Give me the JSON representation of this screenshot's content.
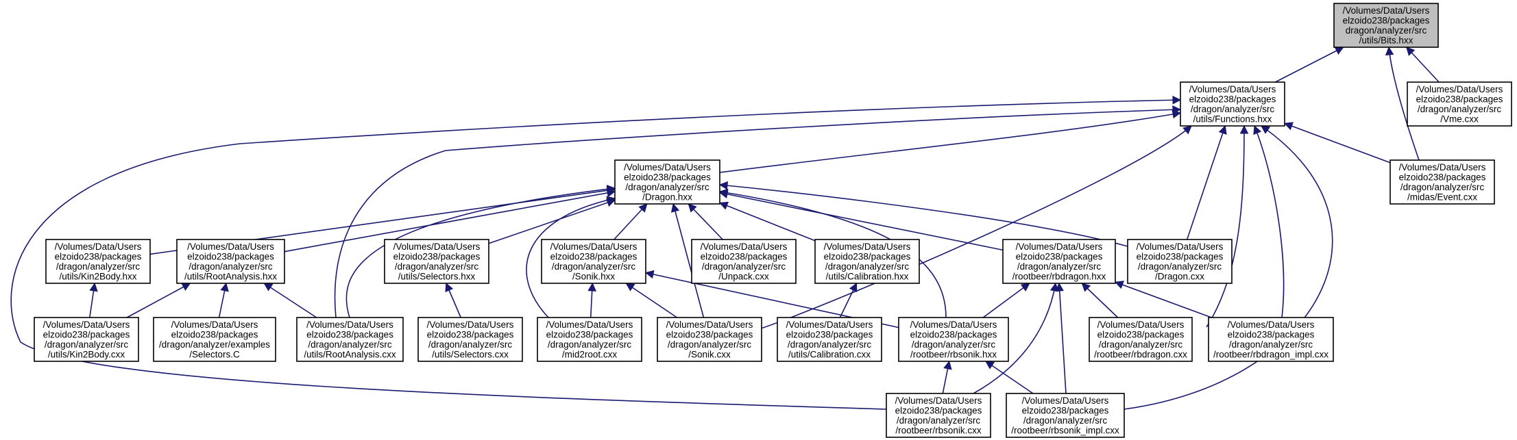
{
  "nodes": {
    "bits": [
      "/Volumes/Data/Users",
      "elzoido238/packages",
      "dragon/analyzer/src",
      "/utils/Bits.hxx"
    ],
    "functions": [
      "/Volumes/Data/Users",
      "elzoido238/packages",
      "/dragon/analyzer/src",
      "/utils/Functions.hxx"
    ],
    "vme": [
      "/Volumes/Data/Users",
      "elzoido238/packages",
      "/dragon/analyzer/src",
      "/Vme.cxx"
    ],
    "dragon_hxx": [
      "/Volumes/Data/Users",
      "elzoido238/packages",
      "/dragon/analyzer/src",
      "/Dragon.hxx"
    ],
    "event": [
      "/Volumes/Data/Users",
      "elzoido238/packages",
      "/dragon/analyzer/src",
      "/midas/Event.cxx"
    ],
    "kin2body_hxx": [
      "/Volumes/Data/Users",
      "elzoido238/packages",
      "/dragon/analyzer/src",
      "/utils/Kin2Body.hxx"
    ],
    "rootanalysis_hxx": [
      "/Volumes/Data/Users",
      "elzoido238/packages",
      "/dragon/analyzer/src",
      "/utils/RootAnalysis.hxx"
    ],
    "selectors_hxx": [
      "/Volumes/Data/Users",
      "elzoido238/packages",
      "/dragon/analyzer/src",
      "/utils/Selectors.hxx"
    ],
    "sonik_hxx": [
      "/Volumes/Data/Users",
      "elzoido238/packages",
      "/dragon/analyzer/src",
      "/Sonik.hxx"
    ],
    "unpack": [
      "/Volumes/Data/Users",
      "elzoido238/packages",
      "/dragon/analyzer/src",
      "/Unpack.cxx"
    ],
    "calibration_hxx": [
      "/Volumes/Data/Users",
      "elzoido238/packages",
      "/dragon/analyzer/src",
      "/utils/Calibration.hxx"
    ],
    "rbdragon_hxx": [
      "/Volumes/Data/Users",
      "elzoido238/packages",
      "/dragon/analyzer/src",
      "/rootbeer/rbdragon.hxx"
    ],
    "dragon_cxx": [
      "/Volumes/Data/Users",
      "elzoido238/packages",
      "/dragon/analyzer/src",
      "/Dragon.cxx"
    ],
    "kin2body_cxx": [
      "/Volumes/Data/Users",
      "elzoido238/packages",
      "/dragon/analyzer/src",
      "/utils/Kin2Body.cxx"
    ],
    "selectors_c": [
      "/Volumes/Data/Users",
      "elzoido238/packages",
      "/dragon/analyzer/examples",
      "/Selectors.C"
    ],
    "rootanalysis_cxx": [
      "/Volumes/Data/Users",
      "elzoido238/packages",
      "/dragon/analyzer/src",
      "/utils/RootAnalysis.cxx"
    ],
    "selectors_cxx": [
      "/Volumes/Data/Users",
      "elzoido238/packages",
      "/dragon/analyzer/src",
      "/utils/Selectors.cxx"
    ],
    "mid2root": [
      "/Volumes/Data/Users",
      "elzoido238/packages",
      "/dragon/analyzer/src",
      "/mid2root.cxx"
    ],
    "sonik_cxx": [
      "/Volumes/Data/Users",
      "elzoido238/packages",
      "/dragon/analyzer/src",
      "/Sonik.cxx"
    ],
    "calibration_cxx": [
      "/Volumes/Data/Users",
      "elzoido238/packages",
      "/dragon/analyzer/src",
      "/utils/Calibration.cxx"
    ],
    "rbsonik_hxx": [
      "/Volumes/Data/Users",
      "elzoido238/packages",
      "/dragon/analyzer/src",
      "/rootbeer/rbsonik.hxx"
    ],
    "rbdragon_cxx": [
      "/Volumes/Data/Users",
      "elzoido238/packages",
      "/dragon/analyzer/src",
      "/rootbeer/rbdragon.cxx"
    ],
    "rbdragon_impl": [
      "/Volumes/Data/Users",
      "elzoido238/packages",
      "/dragon/analyzer/src",
      "/rootbeer/rbdragon_impl.cxx"
    ],
    "rbsonik_cxx": [
      "/Volumes/Data/Users",
      "elzoido238/packages",
      "/dragon/analyzer/src",
      "/rootbeer/rbsonik.cxx"
    ],
    "rbsonik_impl": [
      "/Volumes/Data/Users",
      "elzoido238/packages",
      "/dragon/analyzer/src",
      "/rootbeer/rbsonik_impl.cxx"
    ]
  },
  "colors": {
    "edge": "#191970",
    "root_fill": "#bfbfbf",
    "node_fill": "#ffffff"
  }
}
